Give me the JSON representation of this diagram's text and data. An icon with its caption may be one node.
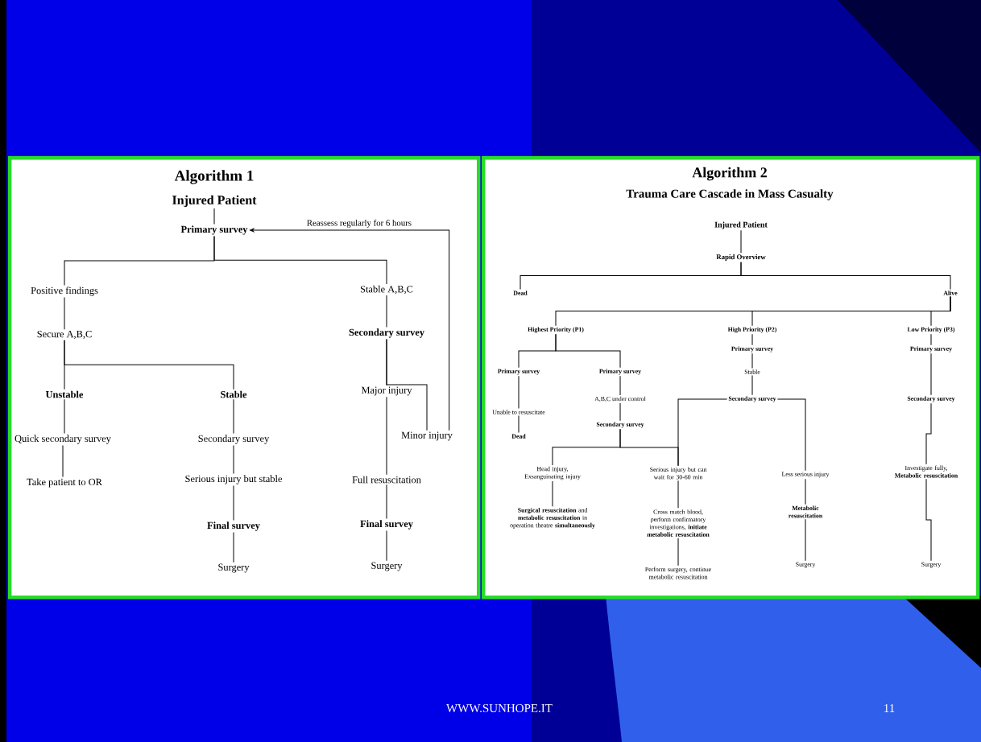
{
  "diagram": {
    "nodes": [
      {
        "text": [
          "Algorithm 1"
        ]
      },
      {
        "text": [
          "Injured Patient"
        ],
        "in": 0
      },
      {
        "text": [
          "Primary survey"
        ],
        "in": 0
      },
      {
        "text": [
          "Positive findings"
        ],
        "in": 0
      },
      {
        "text": [
          "Stable A,B,C"
        ],
        "in": 0
      },
      {
        "text": [
          "Secure A,B,C"
        ],
        "in": 0
      },
      {
        "text": [
          "Secondary survey"
        ],
        "in": 0
      },
      {
        "text": [
          "Unstable"
        ],
        "in": 0
      },
      {
        "text": [
          "Stable"
        ],
        "in": 0
      },
      {
        "text": [
          "Major injury"
        ],
        "in": 0
      },
      {
        "text": [
          "Quick secondary survey"
        ],
        "in": 0
      },
      {
        "text": [
          "Secondary survey"
        ],
        "in": 0
      },
      {
        "text": [
          "Minor injury"
        ],
        "in": 0
      },
      {
        "text": [
          "Take patient to OR"
        ],
        "in": 0
      },
      {
        "text": [
          "Serious injury but stable"
        ],
        "in": 0
      },
      {
        "text": [
          "Full resuscitation"
        ],
        "in": 0
      },
      {
        "text": [
          "Final survey"
        ],
        "in": 0
      },
      {
        "text": [
          "Final survey"
        ],
        "in": 0
      },
      {
        "text": [
          "Surgery"
        ],
        "in": 0
      },
      {
        "text": [
          "Surgery"
        ],
        "in": 0
      },
      {
        "text": [
          "Algorithm 2",
          "Trauma Care Cascade in Mass Casualty"
        ]
      },
      {
        "text": [
          "Injured Patient"
        ],
        "in": 20
      },
      {
        "text": [
          "Rapid Overview"
        ],
        "in": 20
      },
      {
        "text": [
          "Dead"
        ],
        "in": 20
      },
      {
        "text": [
          "Alive"
        ],
        "in": 20
      },
      {
        "text": [
          "Highest Priority (P1)"
        ],
        "in": 20
      },
      {
        "text": [
          "High Priority (P2)"
        ],
        "in": 20
      },
      {
        "text": [
          "Low Priority (P3)"
        ],
        "in": 20
      },
      {
        "text": [
          "Primary survey"
        ],
        "in": 20
      },
      {
        "text": [
          "Primary survey"
        ],
        "in": 20
      },
      {
        "text": [
          "Primary survey"
        ],
        "in": 20
      },
      {
        "text": [
          "Primary survey"
        ],
        "in": 20
      },
      {
        "text": [
          "Stable"
        ],
        "in": 20
      },
      {
        "text": [
          "A,B,C under control"
        ],
        "in": 20
      },
      {
        "text": [
          "Secondary survey"
        ],
        "in": 20
      },
      {
        "text": [
          "Secondary survey"
        ],
        "in": 20
      },
      {
        "text": [
          "Unable to resuscitate"
        ],
        "in": 20
      },
      {
        "text": [
          "Secondary survey"
        ],
        "in": 20
      },
      {
        "text": [
          "Dead"
        ],
        "in": 20
      },
      {
        "text": [
          "Head injury, Exsanguinating injury"
        ],
        "in": 20
      },
      {
        "text": [
          "Serious injury but can wait for 30-60 min"
        ],
        "in": 20
      },
      {
        "text": [
          "Less serious injury"
        ],
        "in": 20
      },
      {
        "text": [
          "Investigate fully, **Metabolic resuscitation**"
        ],
        "in": 20
      },
      {
        "text": [
          "**Surgical resuscitation** and **metabolic resuscitation** in operation theatre **simultaneously**"
        ],
        "in": 20
      },
      {
        "text": [
          "Cross match blood, perform confirmatory investigations, **initiate metabolic resuscitation**"
        ],
        "in": 20
      },
      {
        "text": [
          "Metabolic resuscitation"
        ],
        "in": 20
      },
      {
        "text": [
          "Perform surgery, continue metabolic resuscitation"
        ],
        "in": 20
      },
      {
        "text": [
          "Surgery"
        ],
        "in": 20
      },
      {
        "text": [
          "Surgery"
        ],
        "in": 20
      }
    ],
    "edges": [
      {
        "from": 1,
        "to": 2,
        "arrow": "none"
      },
      {
        "from": 2,
        "to": 3,
        "arrow": "none"
      },
      {
        "from": 2,
        "to": 4,
        "arrow": "none"
      },
      {
        "from": 3,
        "to": 5,
        "arrow": "none"
      },
      {
        "from": 4,
        "to": 6,
        "arrow": "none"
      },
      {
        "from": 5,
        "to": 7,
        "arrow": "none"
      },
      {
        "from": 5,
        "to": 8,
        "arrow": "none"
      },
      {
        "from": 6,
        "to": 9,
        "arrow": "none"
      },
      {
        "from": 6,
        "to": 12,
        "arrow": "none"
      },
      {
        "from": 7,
        "to": 10,
        "arrow": "none"
      },
      {
        "from": 10,
        "to": 13,
        "arrow": "none"
      },
      {
        "from": 8,
        "to": 11,
        "arrow": "none"
      },
      {
        "from": 11,
        "to": 14,
        "arrow": "none"
      },
      {
        "from": 14,
        "to": 16,
        "arrow": "none"
      },
      {
        "from": 16,
        "to": 18,
        "arrow": "none"
      },
      {
        "from": 9,
        "to": 15,
        "arrow": "none"
      },
      {
        "from": 15,
        "to": 17,
        "arrow": "none"
      },
      {
        "from": 17,
        "to": 19,
        "arrow": "none"
      },
      {
        "from": 12,
        "to": 2,
        "arrow": "to",
        "label": "Reassess regularly for 6 hours"
      },
      {
        "from": 21,
        "to": 22,
        "arrow": "none"
      },
      {
        "from": 22,
        "to": 23,
        "arrow": "none"
      },
      {
        "from": 22,
        "to": 24,
        "arrow": "none"
      },
      {
        "from": 24,
        "to": 25,
        "arrow": "none"
      },
      {
        "from": 24,
        "to": 26,
        "arrow": "none"
      },
      {
        "from": 24,
        "to": 27,
        "arrow": "none"
      },
      {
        "from": 25,
        "to": 30,
        "arrow": "none"
      },
      {
        "from": 25,
        "to": 31,
        "arrow": "none"
      },
      {
        "from": 30,
        "to": 36,
        "arrow": "none"
      },
      {
        "from": 36,
        "to": 38,
        "arrow": "none"
      },
      {
        "from": 31,
        "to": 33,
        "arrow": "none"
      },
      {
        "from": 33,
        "to": 37,
        "arrow": "none"
      },
      {
        "from": 37,
        "to": 39,
        "arrow": "none"
      },
      {
        "from": 37,
        "to": 40,
        "arrow": "none"
      },
      {
        "from": 39,
        "to": 43,
        "arrow": "none"
      },
      {
        "from": 40,
        "to": 44,
        "arrow": "none"
      },
      {
        "from": 44,
        "to": 46,
        "arrow": "none"
      },
      {
        "from": 26,
        "to": 28,
        "arrow": "none"
      },
      {
        "from": 28,
        "to": 32,
        "arrow": "none"
      },
      {
        "from": 32,
        "to": 34,
        "arrow": "none"
      },
      {
        "from": 34,
        "to": 40,
        "arrow": "none"
      },
      {
        "from": 34,
        "to": 41,
        "arrow": "none"
      },
      {
        "from": 41,
        "to": 45,
        "arrow": "none"
      },
      {
        "from": 45,
        "to": 47,
        "arrow": "none"
      },
      {
        "from": 27,
        "to": 29,
        "arrow": "none"
      },
      {
        "from": 29,
        "to": 35,
        "arrow": "none"
      },
      {
        "from": 35,
        "to": 42,
        "arrow": "none"
      },
      {
        "from": 42,
        "to": 48,
        "arrow": "none"
      }
    ],
    "labels": [
      "WWW.SUNHOPE.IT",
      "11"
    ]
  }
}
